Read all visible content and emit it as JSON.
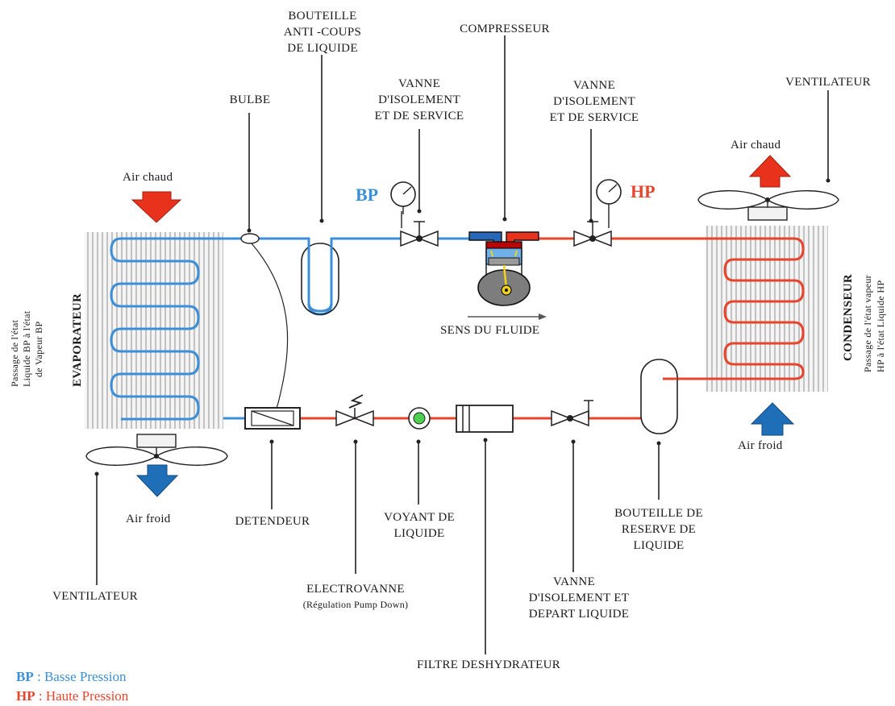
{
  "labels": {
    "bouteille_anti_coups": [
      "BOUTEILLE",
      "ANTI -COUPS",
      "DE LIQUIDE"
    ],
    "compresseur": "COMPRESSEUR",
    "bulbe": "BULBE",
    "vanne_isolement_bp": [
      "VANNE",
      "D'ISOLEMENT",
      "ET DE SERVICE"
    ],
    "vanne_isolement_hp": [
      "VANNE",
      "D'ISOLEMENT",
      "ET DE SERVICE"
    ],
    "ventilateur_top": "VENTILATEUR",
    "air_chaud_left": "Air chaud",
    "air_chaud_right": "Air chaud",
    "bp_gauge": "BP",
    "hp_gauge": "HP",
    "evaporateur": "EVAPORATEUR",
    "evaporateur_desc": [
      "Passage de l'état",
      "Liquide BP à l'état",
      "de Vapeur BP"
    ],
    "condenseur": "CONDENSEUR",
    "condenseur_desc": [
      "Passage de l'état vapeur",
      "HP à l'état Liquide HP"
    ],
    "sens_du_fluide": "SENS DU FLUIDE",
    "air_froid_right": "Air froid",
    "air_froid_left": "Air froid",
    "detendeur": "DETENDEUR",
    "voyant": [
      "VOYANT DE",
      "LIQUIDE"
    ],
    "bouteille_reserve": [
      "BOUTEILLE DE",
      "RESERVE DE",
      "LIQUIDE"
    ],
    "ventilateur_bottom": "VENTILATEUR",
    "electrovanne": "ELECTROVANNE",
    "electrovanne_sub": "(Régulation Pump Down)",
    "vanne_depart": [
      "VANNE",
      "D'ISOLEMENT ET",
      "DEPART LIQUIDE"
    ],
    "filtre": "FILTRE DESHYDRATEUR"
  },
  "legend": {
    "bp_key": "BP",
    "bp_text": ": Basse Pression",
    "hp_key": "HP",
    "hp_text": ": Haute Pression"
  },
  "colors": {
    "low_pressure": "#3b8fd9",
    "high_pressure": "#e8442c",
    "arrow_blue": "#1f6fb8",
    "arrow_red": "#e8321c"
  }
}
